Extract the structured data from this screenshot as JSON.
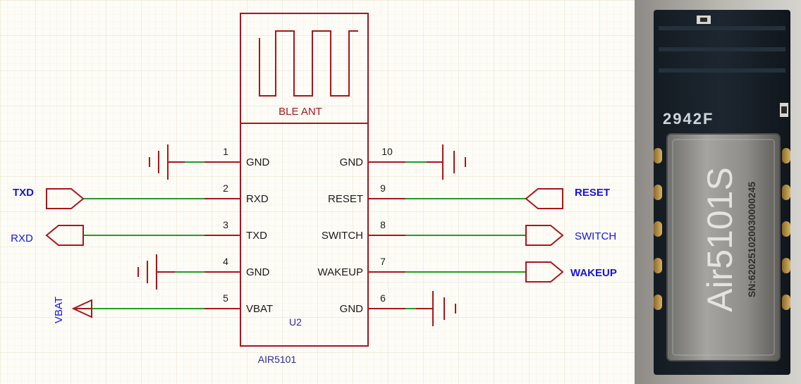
{
  "colors": {
    "wire": "#1f9f1f",
    "symbol": "#a8161c",
    "net_label": "#1515e0",
    "pin_text": "#1a1a1a",
    "part_text": "#2b2b9a",
    "grid": "#eee3cc",
    "paper": "#fdfcf7"
  },
  "component": {
    "antenna_label": "BLE ANT",
    "designator": "U2",
    "part_value": "AIR5101"
  },
  "pins": {
    "p1": {
      "number": "1",
      "name": "GND"
    },
    "p2": {
      "number": "2",
      "name": "RXD"
    },
    "p3": {
      "number": "3",
      "name": "TXD"
    },
    "p4": {
      "number": "4",
      "name": "GND"
    },
    "p5": {
      "number": "5",
      "name": "VBAT"
    },
    "p6": {
      "number": "6",
      "name": "GND"
    },
    "p7": {
      "number": "7",
      "name": "WAKEUP"
    },
    "p8": {
      "number": "8",
      "name": "SWITCH"
    },
    "p9": {
      "number": "9",
      "name": "RESET"
    },
    "p10": {
      "number": "10",
      "name": "GND"
    }
  },
  "net_labels": {
    "txd": "TXD",
    "rxd": "RXD",
    "vbat": "VBAT",
    "reset": "RESET",
    "switch": "SWITCH",
    "wakeup": "WAKEUP"
  },
  "photo": {
    "module_model": "Air5101S",
    "serial": "SN:620251020030000245",
    "pcb_marking": "2942F"
  }
}
